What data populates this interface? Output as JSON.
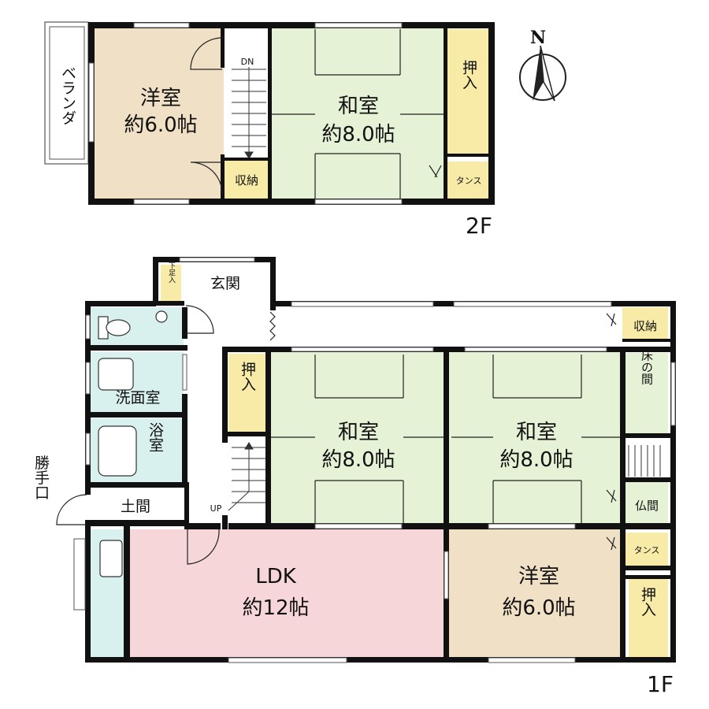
{
  "colors": {
    "washitsu": "#e6f2d6",
    "youshitsu": "#f0e0c6",
    "ldk": "#f6d6d8",
    "storage": "#f8eba8",
    "wet": "#d8f0ee",
    "hall": "#ffffff",
    "wall": "#111111"
  },
  "compass": {
    "label": "N"
  },
  "floor2": {
    "label": "2F",
    "veranda": "ベランダ",
    "youshitsu": {
      "name": "洋室",
      "size": "約6.0帖"
    },
    "washitsu": {
      "name": "和室",
      "size": "約8.0帖"
    },
    "stairs_dn": "DN",
    "shuno": "収納",
    "oshiire": "押入",
    "tansu": "タンス"
  },
  "floor1": {
    "label": "1F",
    "genkan": "玄関",
    "geta": "下足入",
    "shuno": "収納",
    "senmen": "洗面室",
    "yoku": "浴室",
    "doma": "土間",
    "katte": "勝手口",
    "stairs_up": "UP",
    "oshiire_left": "押入",
    "washitsu_a": {
      "name": "和室",
      "size": "約8.0帖"
    },
    "washitsu_b": {
      "name": "和室",
      "size": "約8.0帖"
    },
    "tokonoma": "床の間",
    "butsuma": "仏間",
    "tansu": "タンス",
    "ldk": {
      "name": "LDK",
      "size": "約12帖"
    },
    "youshitsu": {
      "name": "洋室",
      "size": "約6.0帖"
    },
    "oshiire_right": "押入"
  }
}
